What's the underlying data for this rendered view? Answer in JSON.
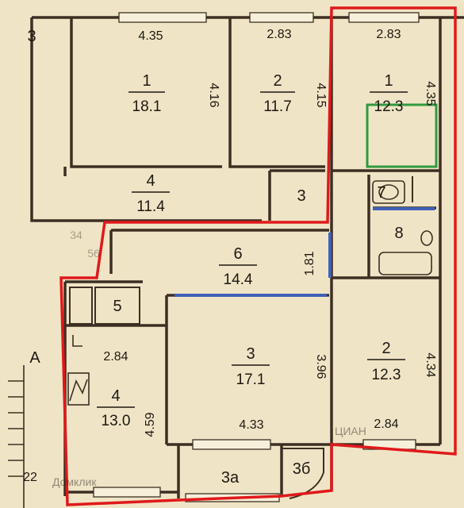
{
  "colors": {
    "paper": "#efe5c6",
    "wall": "#3d2e22",
    "highlight_red": "#e0191b",
    "highlight_green": "#2f9a3f",
    "highlight_blue": "#3f60b8"
  },
  "rooms": [
    {
      "id": "upper-room-1",
      "number": "1",
      "area": "18.1",
      "width": "4.35",
      "depth": "4.16"
    },
    {
      "id": "upper-room-2",
      "number": "2",
      "area": "11.7",
      "width": "2.83",
      "depth": "4.15"
    },
    {
      "id": "upper-room-4",
      "number": "4",
      "area": "11.4"
    },
    {
      "id": "upper-room-3",
      "number": "3"
    },
    {
      "id": "right-room-1",
      "number": "1",
      "area": "12.3",
      "width": "2.83",
      "depth": "4.35"
    },
    {
      "id": "wc-7",
      "number": "7"
    },
    {
      "id": "bath-8",
      "number": "8"
    },
    {
      "id": "room-6",
      "number": "6",
      "area": "14.4",
      "depth": "1.81"
    },
    {
      "id": "room-5",
      "number": "5"
    },
    {
      "id": "room-3",
      "number": "3",
      "area": "17.1",
      "depth": "3.96",
      "width": "4.33"
    },
    {
      "id": "room-2",
      "number": "2",
      "area": "12.3",
      "depth": "4.34",
      "width": "2.84"
    },
    {
      "id": "room-4",
      "number": "4",
      "area": "13.0",
      "width": "2.84",
      "depth": "4.59"
    },
    {
      "id": "balcony-3a",
      "number": "3а"
    },
    {
      "id": "balcony-3b",
      "number": "3б"
    }
  ],
  "edge_labels": {
    "top_left": "3",
    "stair_letter": "А",
    "bottom_left": "22",
    "faded_left_1": "34",
    "faded_left_2": "56"
  },
  "watermarks": [
    "Домклик",
    "ЦИАН"
  ]
}
